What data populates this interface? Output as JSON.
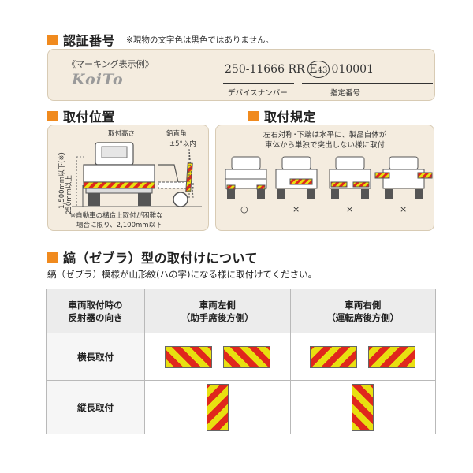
{
  "sections": {
    "cert": {
      "title": "認証番号",
      "note": "※現物の文字色は黒色ではありません。"
    },
    "position": {
      "title": "取付位置"
    },
    "rule": {
      "title": "取付規定"
    },
    "zebra": {
      "title": "縞（ゼブラ）型の取付けについて"
    }
  },
  "cert": {
    "example_label": "《マーキング表示例》",
    "logo_text": "KoiTo",
    "number_left": "250-11666 RR",
    "e_mark": "E",
    "e_number": "43",
    "number_right": "010001",
    "caption_device": "デバイスナンバー",
    "caption_designation": "指定番号"
  },
  "position": {
    "label_mount_height": "取付高さ",
    "label_vertical_angle": "鉛直角",
    "label_angle_value": "±5°以内",
    "label_1500": "1,500mm以下(※)",
    "label_250": "250mm以上",
    "note_line1": "※自動車の構造上取付が困難な",
    "note_line2": "場合に限り、2,100mm以下"
  },
  "rule": {
    "text_line1": "左右対称･下端は水平に、製品自体が",
    "text_line2": "車体から単独で突出しない様に取付",
    "marks": [
      "○",
      "×",
      "×",
      "×"
    ]
  },
  "zebra": {
    "description": "縞（ゼブラ）模様が山形紋(ハの字)になる様に取付けてください。",
    "header_orientation_line1": "車両取付時の",
    "header_orientation_line2": "反射器の向き",
    "header_left_line1": "車両左側",
    "header_left_line2": "（助手席後方側）",
    "header_right_line1": "車両右側",
    "header_right_line2": "（運転席後方側）",
    "row_horizontal": "横長取付",
    "row_vertical": "縦長取付"
  },
  "colors": {
    "accent": "#f08a1e",
    "stripe_yellow": "#e8e010",
    "stripe_red": "#e0271d",
    "panel_bg": "#f4ecdf"
  }
}
